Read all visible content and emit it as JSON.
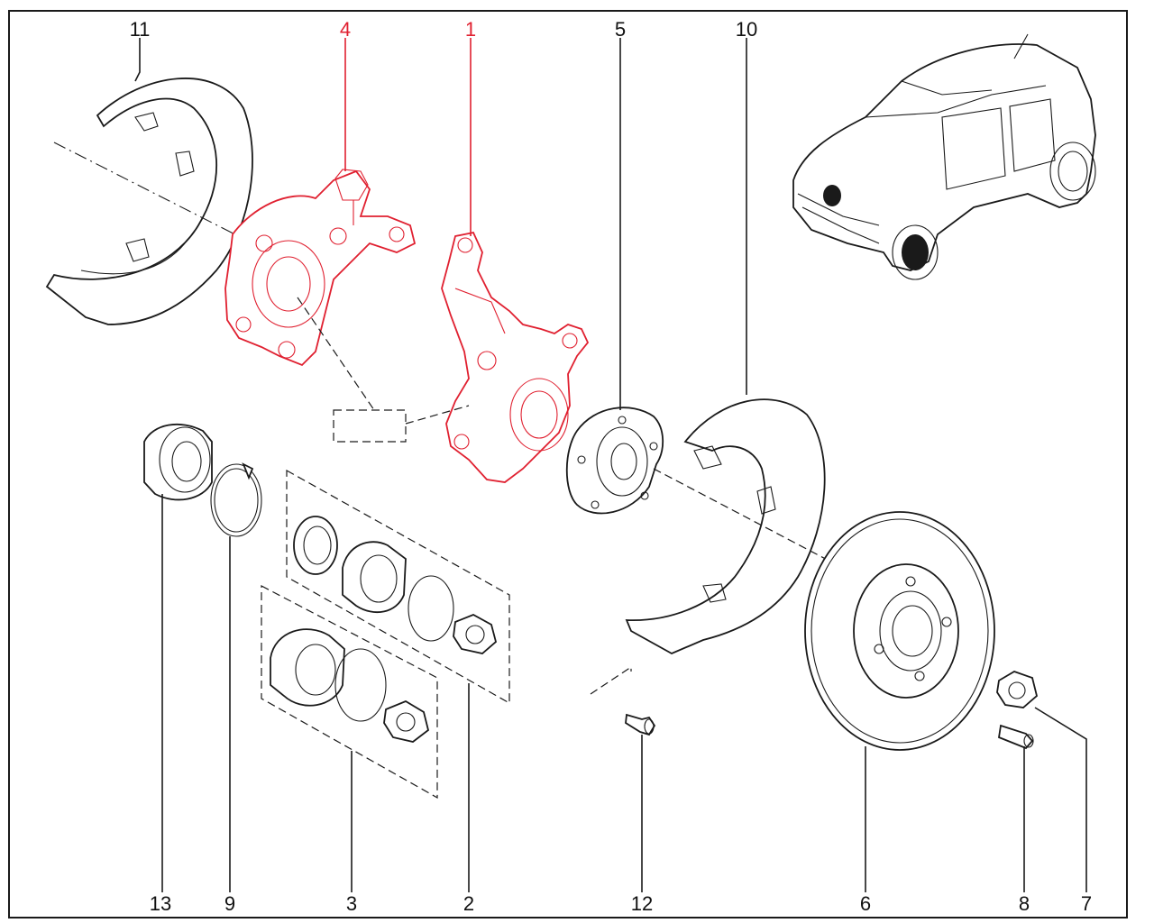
{
  "callouts": {
    "c1": "1",
    "c2": "2",
    "c3": "3",
    "c4": "4",
    "c5": "5",
    "c6": "6",
    "c7": "7",
    "c8": "8",
    "c9": "9",
    "c10": "10",
    "c11": "11",
    "c12": "12",
    "c13": "13"
  },
  "colors": {
    "highlight": "#e02030",
    "line": "#1a1a1a",
    "background": "#ffffff"
  }
}
